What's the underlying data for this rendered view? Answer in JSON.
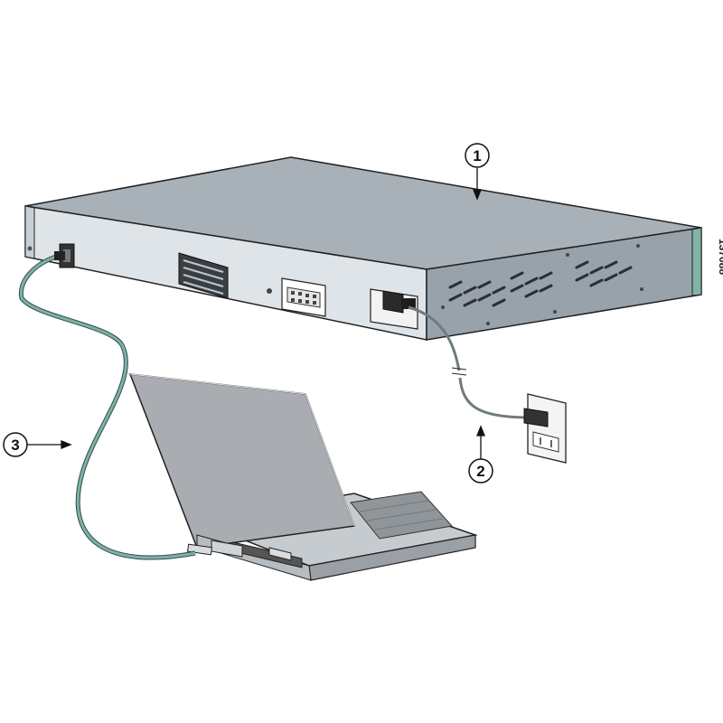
{
  "figure_id": "137088",
  "callouts": [
    {
      "number": "1",
      "target": "switch"
    },
    {
      "number": "2",
      "target": "power-cord"
    },
    {
      "number": "3",
      "target": "console-cable"
    }
  ],
  "colors": {
    "switch_top": "#a9b1b8",
    "switch_front": "#dfe4e8",
    "switch_side": "#98a2aa",
    "switch_trim": "#7fb5a7",
    "console_cable": "#7fb0a8",
    "power_cord": "#6f7b80",
    "laptop_body": "#b3b8bd",
    "laptop_screen": "#a9adb2",
    "outline": "#222222"
  }
}
